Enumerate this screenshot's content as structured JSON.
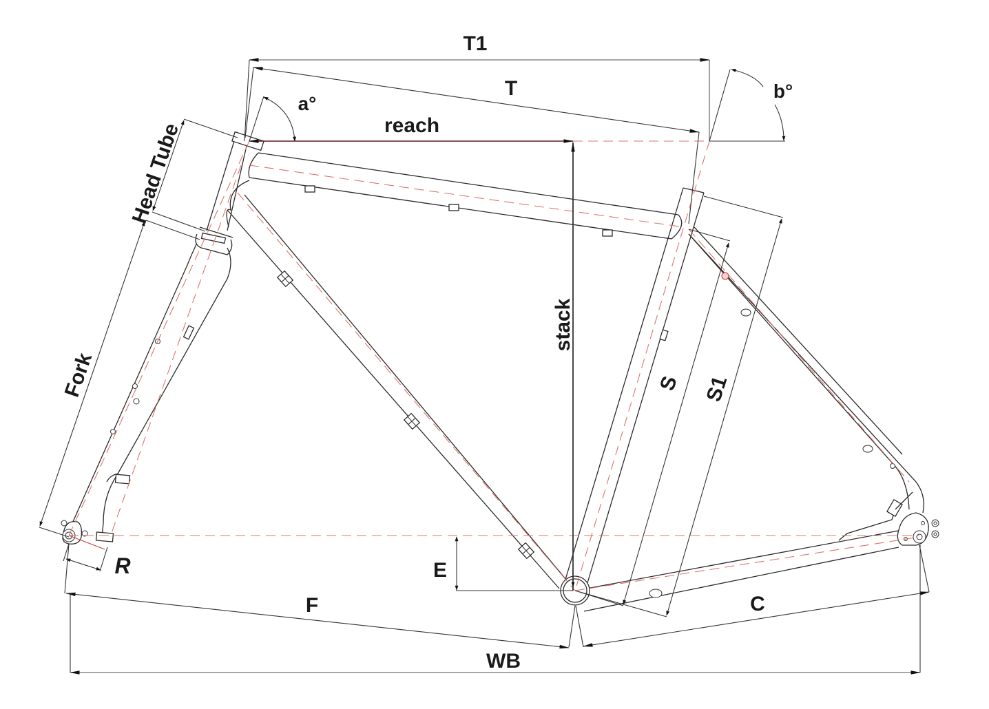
{
  "diagram": {
    "title": "Bicycle frame geometry",
    "colors": {
      "line": "#2a2a2a",
      "centerline": "#e0736b",
      "label": "#1a1a1a",
      "background": "#ffffff"
    },
    "labels": {
      "t1": "T1",
      "t": "T",
      "reach": "reach",
      "a_angle": "a°",
      "b_angle": "b°",
      "head_tube": "Head Tube",
      "fork": "Fork",
      "stack": "stack",
      "s": "S",
      "s1": "S1",
      "r": "R",
      "e": "E",
      "f": "F",
      "c": "C",
      "wb": "WB"
    }
  }
}
